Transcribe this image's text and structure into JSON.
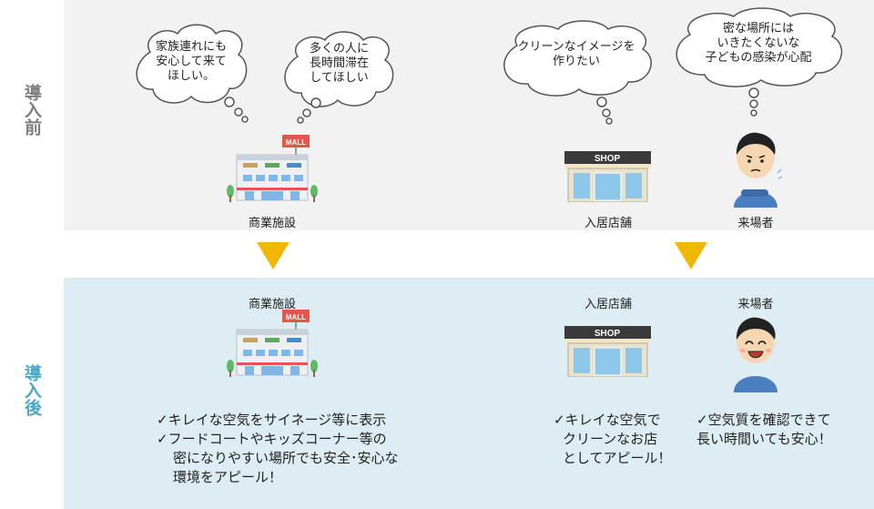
{
  "side_labels": {
    "before": "導入前",
    "after": "導入後"
  },
  "before": {
    "bubbles": [
      {
        "text": "家族連れにも\n安心して来て\nほしい。"
      },
      {
        "text": "多くの人に\n長時間滞在\nしてほしい"
      },
      {
        "text": "クリーンなイメージを\n作りたい"
      },
      {
        "text": "密な場所には\nいきたくないな\n子どもの感染が心配"
      }
    ],
    "captions": {
      "mall": "商業施設",
      "shop": "入居店舗",
      "visitor": "来場者"
    }
  },
  "after": {
    "captions": {
      "mall": "商業施設",
      "shop": "入居店舗",
      "visitor": "来場者"
    },
    "mall_points": [
      "✓キレイな空気をサイネージ等に表示",
      "✓フードコートやキッズコーナー等の",
      "密になりやすい場所でも安全･安心な",
      "環境をアピール！"
    ],
    "shop_points": [
      "✓キレイな空気で",
      "クリーンなお店",
      "としてアピール！"
    ],
    "visitor_points": [
      "✓空気質を確認できて",
      "長い時間いても安心！"
    ]
  },
  "signs": {
    "mall": "MALL",
    "shop": "SHOP"
  },
  "colors": {
    "before_bg": "#f2f2f2",
    "after_bg": "#ddedf3",
    "arrow": "#f2b705",
    "after_label": "#49a9c7",
    "before_label": "#7f7f7f"
  }
}
